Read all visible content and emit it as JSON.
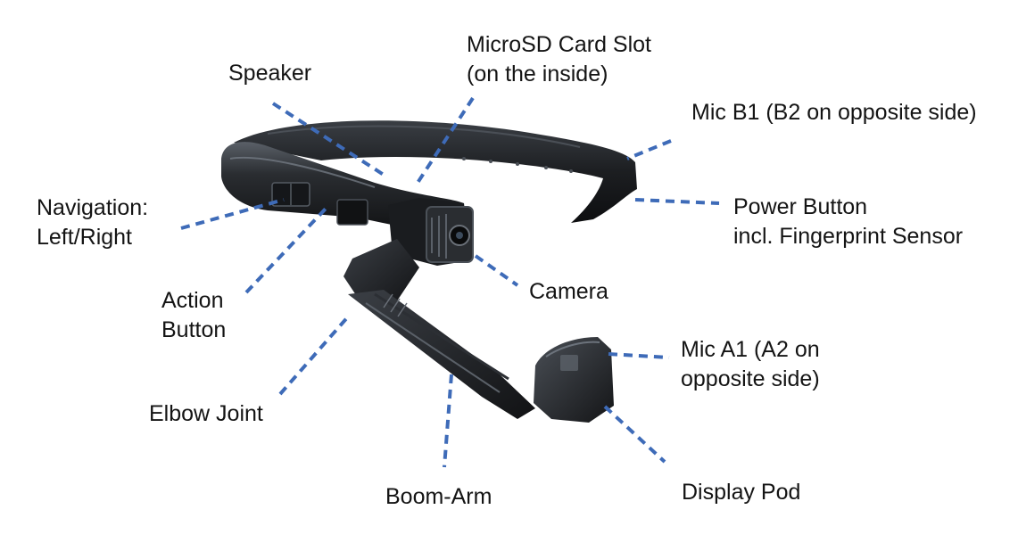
{
  "labels": {
    "speaker": {
      "lines": [
        "Speaker"
      ]
    },
    "microsd": {
      "lines": [
        "MicroSD Card Slot",
        "(on the inside)"
      ]
    },
    "mic_b1": {
      "lines": [
        "Mic B1 (B2 on opposite side)"
      ]
    },
    "navigation": {
      "lines": [
        "Navigation:",
        "Left/Right"
      ]
    },
    "power_button": {
      "lines": [
        "Power Button",
        "incl. Fingerprint Sensor"
      ]
    },
    "camera": {
      "lines": [
        "Camera"
      ]
    },
    "action_button": {
      "lines": [
        "Action",
        "Button"
      ]
    },
    "mic_a1": {
      "lines": [
        "Mic A1 (A2 on",
        "opposite side)"
      ]
    },
    "elbow_joint": {
      "lines": [
        "Elbow Joint"
      ]
    },
    "boom_arm": {
      "lines": [
        "Boom-Arm"
      ]
    },
    "display_pod": {
      "lines": [
        "Display Pod"
      ]
    }
  },
  "colors": {
    "leader_line": "#3e6bb8",
    "device_body": "#1d1f22",
    "device_highlight": "#4a5058",
    "label_text": "#141414"
  }
}
